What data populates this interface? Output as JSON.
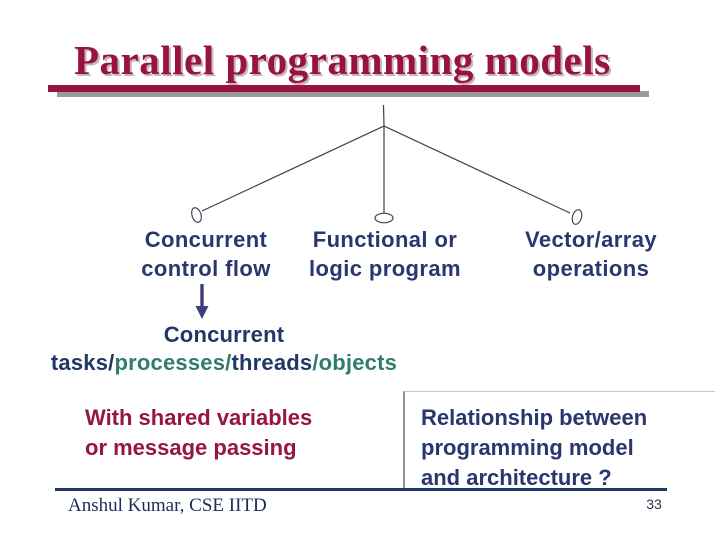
{
  "slide": {
    "title": "Parallel programming models",
    "tree": {
      "branches": [
        {
          "line1": "Concurrent",
          "line2": "control flow"
        },
        {
          "line1": "Functional or",
          "line2": "logic program"
        },
        {
          "line1": "Vector/array",
          "line2": "operations"
        }
      ]
    },
    "concurrent": {
      "line1": "Concurrent",
      "segments": [
        {
          "text": "tasks/",
          "color": "navy"
        },
        {
          "text": "processes/",
          "color": "teal"
        },
        {
          "text": "threads",
          "color": "navy"
        },
        {
          "text": "/objects",
          "color": "teal"
        }
      ]
    },
    "notes": {
      "shared": {
        "line1": "With shared variables",
        "line2": "or message passing"
      },
      "relationship": {
        "line1": "Relationship between",
        "line2": "programming model",
        "line3": "and architecture ?"
      }
    },
    "footer": {
      "author": "Anshul Kumar, CSE IITD",
      "page_number": "33"
    }
  },
  "colors": {
    "title_maroon": "#981440",
    "text_maroon": "#97163f",
    "navy": "#2a366f",
    "navy_dark": "#1f3864",
    "teal": "#2f7d6d",
    "underline_shadow": "#9a9a9a"
  }
}
